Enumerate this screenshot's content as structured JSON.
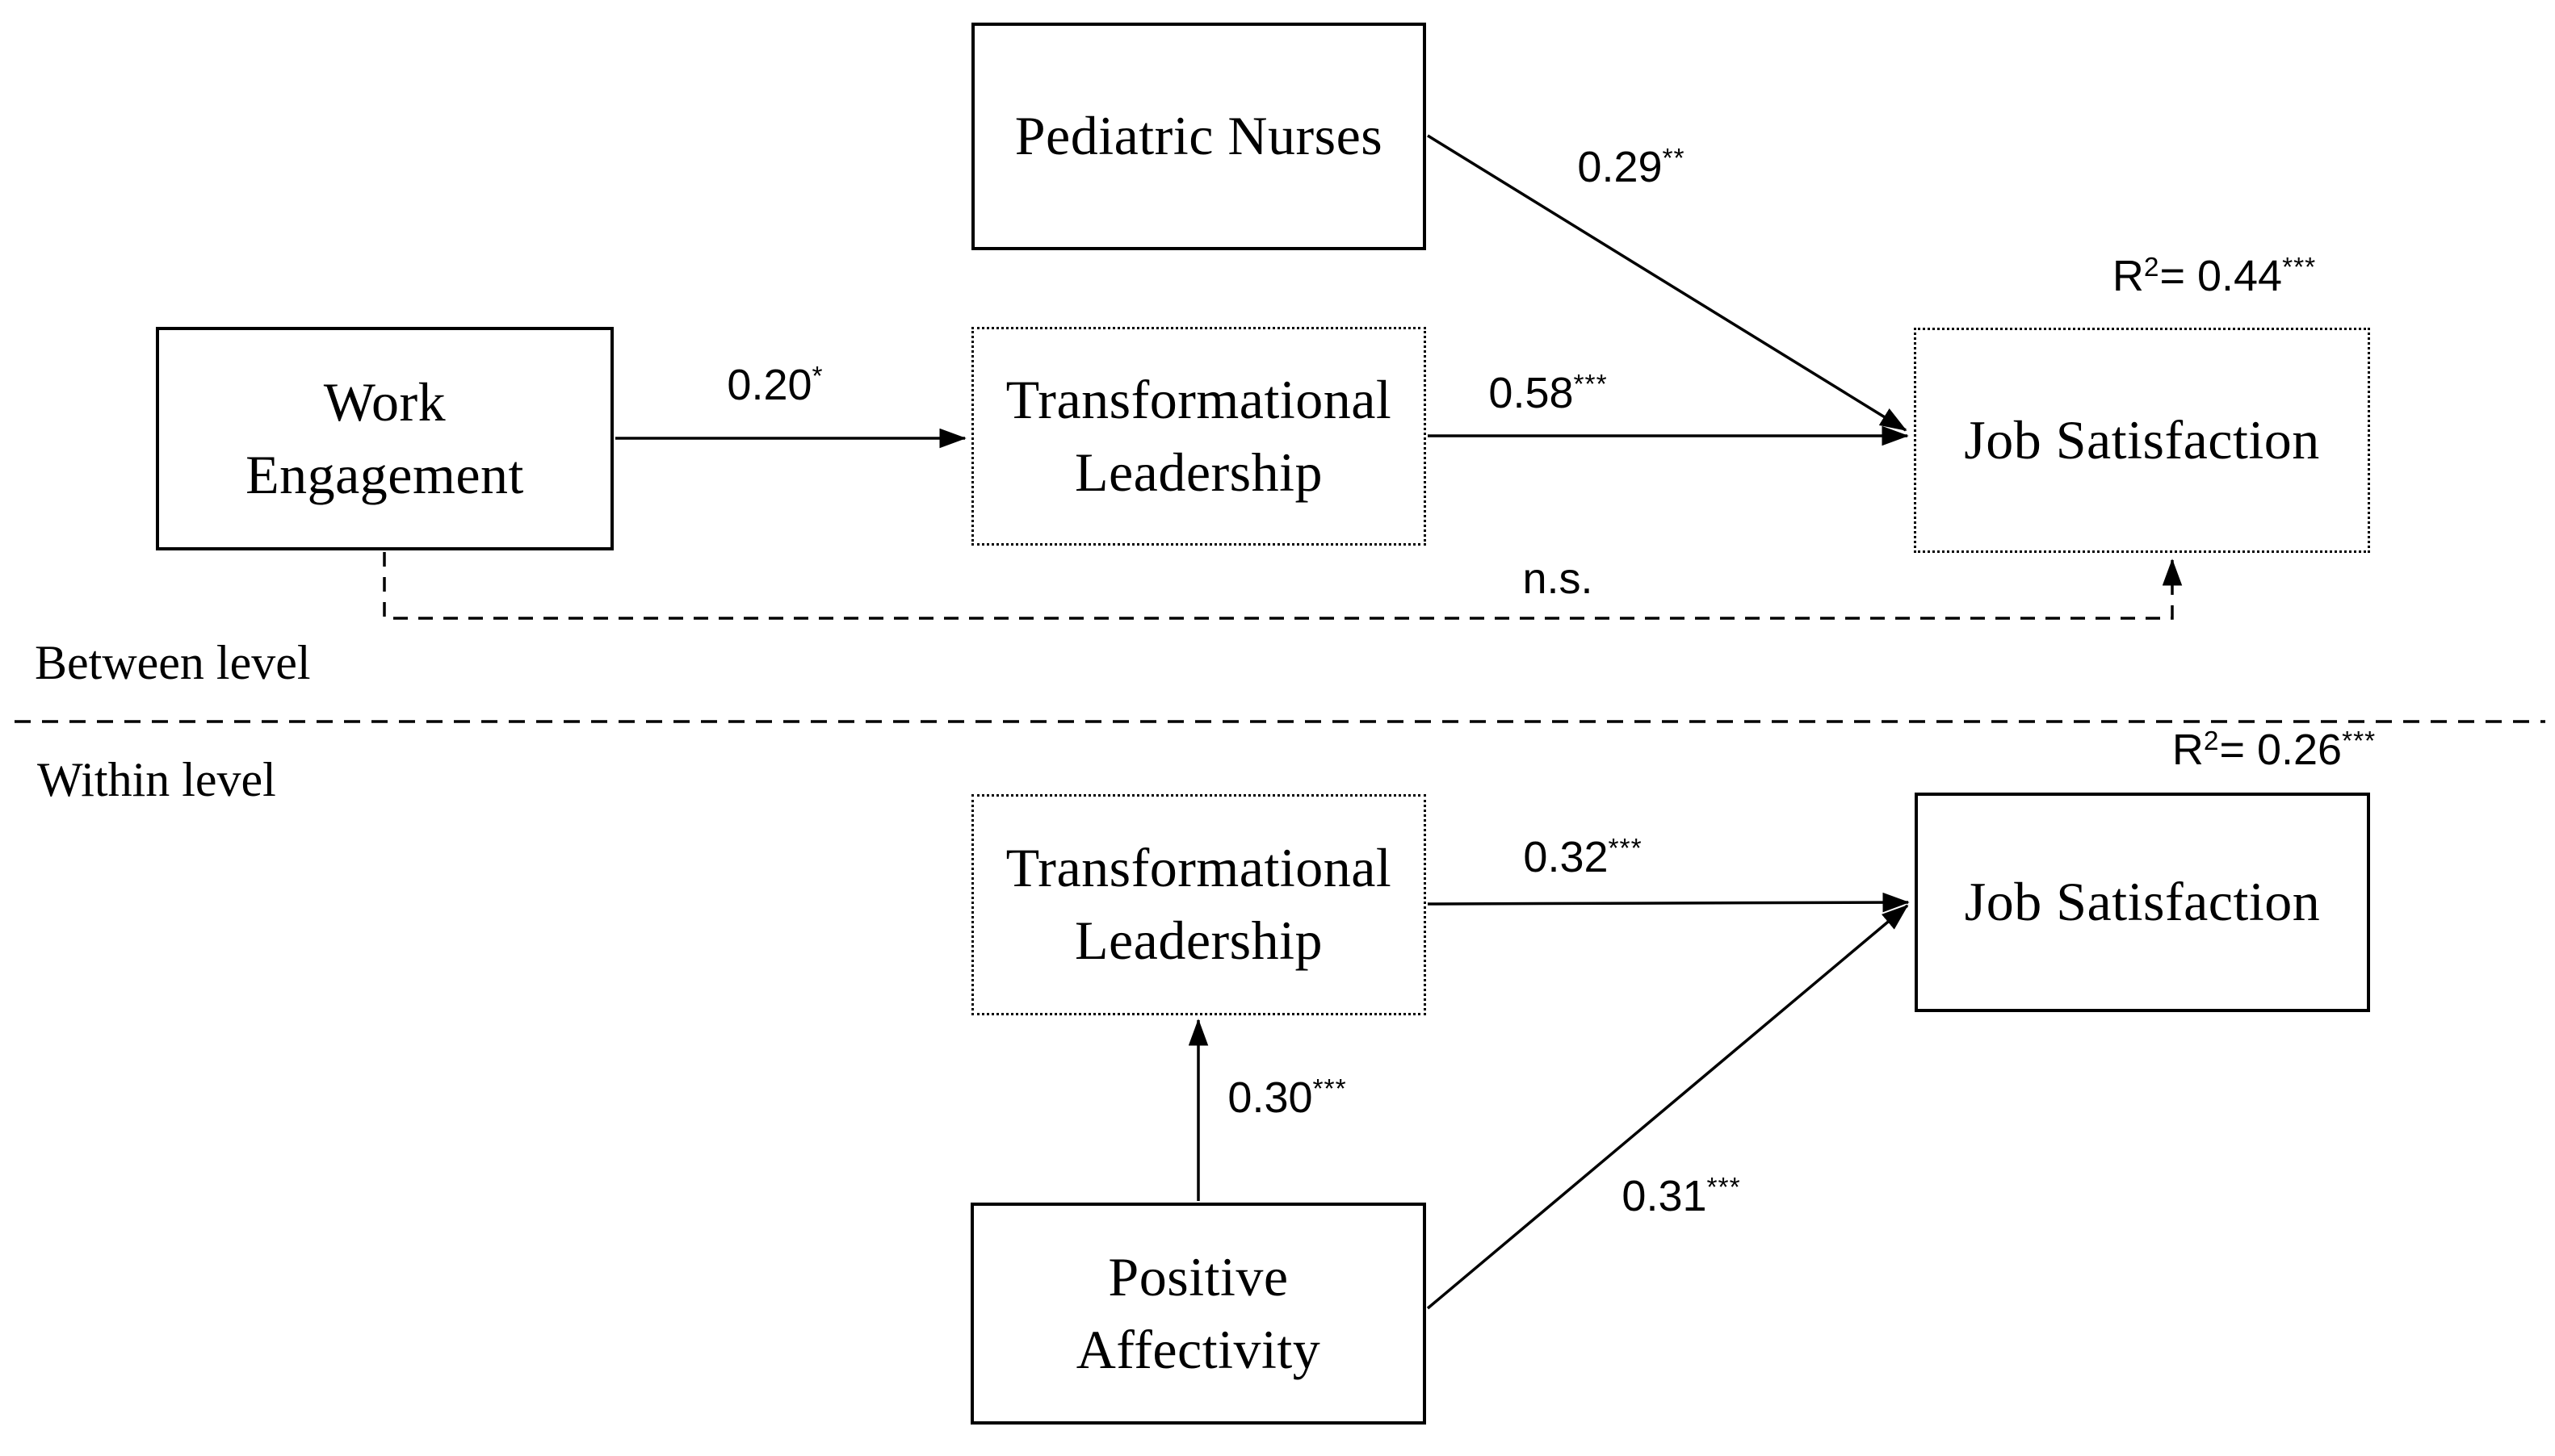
{
  "figure": {
    "background": "#ffffff",
    "ink_color": "#000000",
    "levels": {
      "between": {
        "label": "Between level"
      },
      "within": {
        "label": "Within level"
      }
    },
    "boxes": {
      "pediatric_nurses": {
        "lines": [
          "Pediatric Nurses"
        ],
        "border": "solid"
      },
      "work_engagement": {
        "lines": [
          "Work",
          "Engagement"
        ],
        "border": "solid"
      },
      "tl_between": {
        "lines": [
          "Transformational",
          "Leadership"
        ],
        "border": "dotted"
      },
      "js_between": {
        "lines": [
          "Job Satisfaction"
        ],
        "border": "dotted"
      },
      "tl_within": {
        "lines": [
          "Transformational",
          "Leadership"
        ],
        "border": "dotted"
      },
      "js_within": {
        "lines": [
          "Job Satisfaction"
        ],
        "border": "solid"
      },
      "positive_affectivity": {
        "lines": [
          "Positive",
          "Affectivity"
        ],
        "border": "solid"
      }
    },
    "coefficients": {
      "we_tl": {
        "value": "0.20",
        "stars": "*"
      },
      "pn_js": {
        "value": "0.29",
        "stars": "**"
      },
      "tl_js_between": {
        "value": "0.58",
        "stars": "***"
      },
      "we_js_ns": {
        "value": "n.s.",
        "stars": ""
      },
      "tl_js_within": {
        "value": "0.32",
        "stars": "***"
      },
      "pa_tl": {
        "value": "0.30",
        "stars": "***"
      },
      "pa_js": {
        "value": "0.31",
        "stars": "***"
      }
    },
    "r_squared": {
      "between": {
        "base": "R",
        "exponent": "2",
        "rest": "= 0.44",
        "stars": "***"
      },
      "within": {
        "base": "R",
        "exponent": "2",
        "rest": "= 0.26",
        "stars": "***"
      }
    }
  }
}
